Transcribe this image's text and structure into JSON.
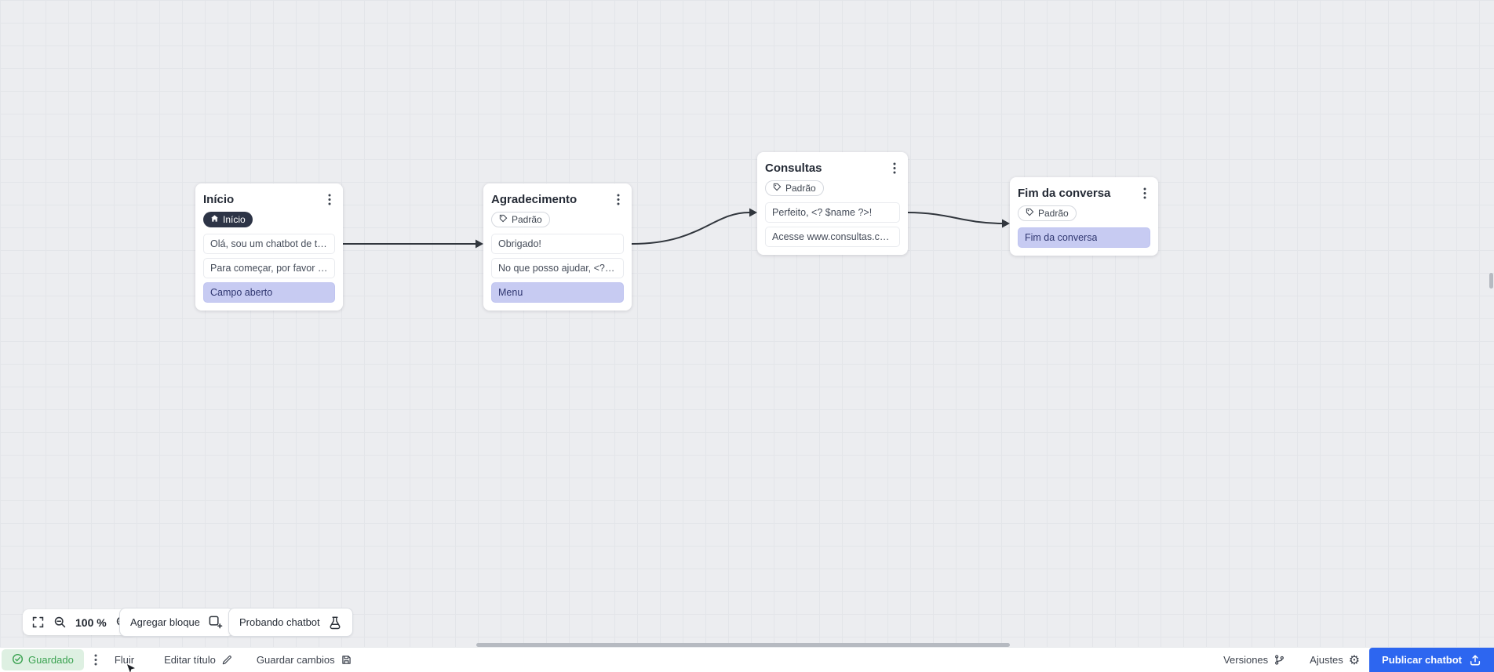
{
  "nodes": [
    {
      "title": "Início",
      "badge": "Início",
      "rows": [
        "Olá, sou um chatbot de teste!",
        "Para começar, por favor digite o ...",
        "Campo aberto"
      ]
    },
    {
      "title": "Agradecimento",
      "badge": "Padrão",
      "rows": [
        "Obrigado!",
        "No que posso ajudar, <? $name ...",
        "Menu"
      ]
    },
    {
      "title": "Consultas",
      "badge": "Padrão",
      "rows": [
        "Perfeito, <? $name ?>!",
        "Acesse www.consultas.com par..."
      ]
    },
    {
      "title": "Fim da conversa",
      "badge": "Padrão",
      "rows": [
        "Fim da conversa"
      ]
    }
  ],
  "controls": {
    "zoom_level": "100 %",
    "add_block": "Agregar bloque",
    "test_chatbot": "Probando chatbot"
  },
  "statusbar": {
    "saved": "Guardado",
    "flow_name": "Fluir",
    "edit_title": "Editar título",
    "save_changes": "Guardar cambios",
    "versions": "Versiones",
    "settings": "Ajustes",
    "publish": "Publicar chatbot"
  },
  "colors": {
    "accent_blue": "#2d66f0",
    "saved_green": "#3aa250",
    "highlight_purple": "#c7cbf2",
    "badge_dark": "#2d3446",
    "canvas_bg": "#ecedf0"
  }
}
